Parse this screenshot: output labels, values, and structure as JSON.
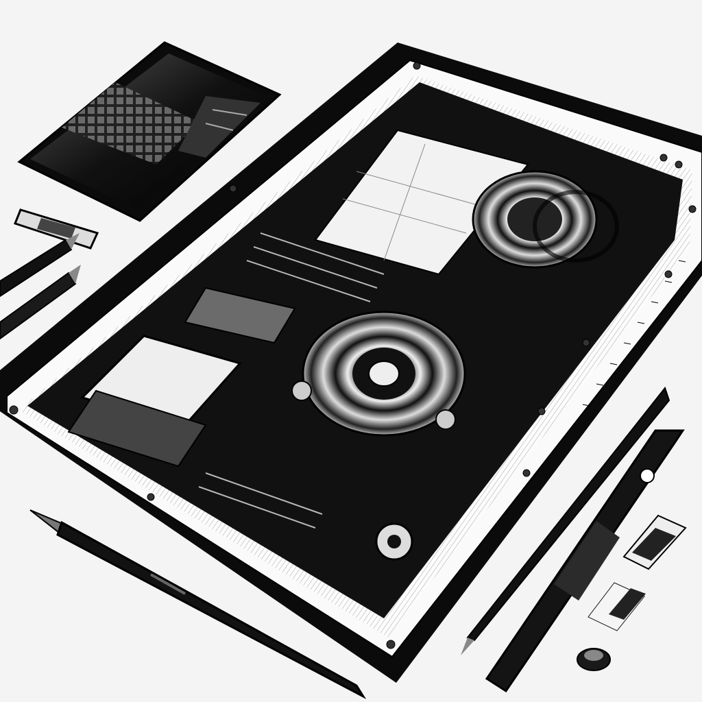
{
  "scene": {
    "description_free": true,
    "palette": {
      "paper": "#f4f4f4",
      "ink": "#0b0b0b",
      "panel": "#1c1c1c",
      "mid": "#7a7a7a",
      "light": "#ffffff"
    },
    "objects": [
      {
        "name": "large-tablet",
        "icon": "tablet"
      },
      {
        "name": "small-tablet",
        "icon": "tablet"
      },
      {
        "name": "stylus-left",
        "icon": "pencil"
      },
      {
        "name": "pen-right",
        "icon": "pen"
      },
      {
        "name": "pencil-right",
        "icon": "pencil"
      },
      {
        "name": "usb-clip",
        "icon": "clip"
      },
      {
        "name": "eraser-cap",
        "icon": "cap"
      }
    ]
  }
}
